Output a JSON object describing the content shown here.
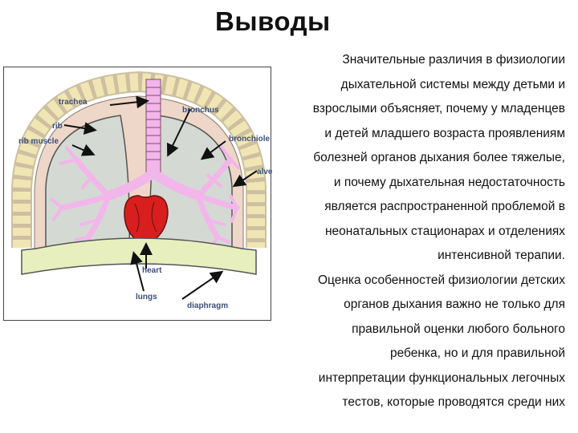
{
  "slide": {
    "title": "Выводы"
  },
  "diagram": {
    "labels": {
      "trachea": "trachea",
      "bronchus": "bronchus",
      "rib": "rib",
      "rib_muscle": "rib muscle",
      "bronchiole": "bronchiole",
      "alveoli": "alveoli",
      "heart": "heart",
      "lungs": "lungs",
      "diaphragm": "diaphragm"
    },
    "colors": {
      "rib": "#f0e6b4",
      "muscle": "#eed7c8",
      "lung": "#d4d9d4",
      "bronchi": "#f2b6ea",
      "heart": "#d81e1e",
      "diaphragm": "#e7efbe",
      "label": "#3a4f7a"
    }
  },
  "paragraphs": [
    {
      "lines": [
        "Значительные различия в физиологии",
        "дыхательной системы между детьми и",
        "взрослыми объясняет, почему у младенцев",
        "и детей младшего возраста проявлениям",
        "болезней органов дыхания более тяжелые,",
        "и почему дыхательная недостаточность",
        "является распространенной проблемой в",
        "неонатальных стационарах и отделениях",
        "интенсивной терапии."
      ]
    },
    {
      "lines": [
        "Оценка особенностей физиологии детских",
        "органов дыхания важно не только для",
        "правильной оценки любого больного",
        "ребенка, но и для правильной",
        "интерпретации функциональных легочных",
        "тестов, которые проводятся среди них"
      ]
    }
  ]
}
